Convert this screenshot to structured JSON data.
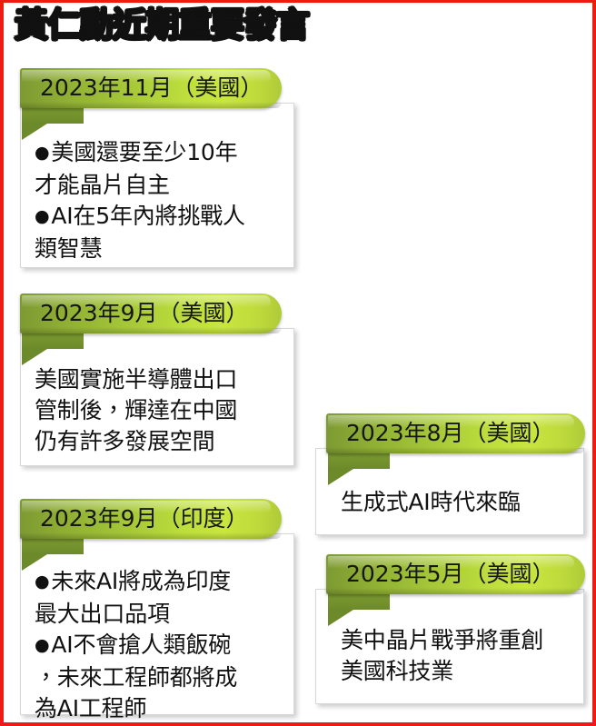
{
  "title": "黃仁勳近期重要發言",
  "accent_colors": {
    "border_red": "#ee1b12",
    "banner_green_dark": "#7d9a33",
    "banner_green_light": "#c8e63f",
    "text_black": "#111111",
    "card_white": "#ffffff"
  },
  "cards": [
    {
      "id": "card-2023-11-us",
      "banner": "2023年11月（美國）",
      "date": "2023年11月",
      "country": "美國",
      "lines": [
        {
          "text": "美國還要至少10年",
          "bullet": true
        },
        {
          "text": "才能晶片自主",
          "bullet": false
        },
        {
          "text": "AI在5年內將挑戰人",
          "bullet": true
        },
        {
          "text": "類智慧",
          "bullet": false
        }
      ]
    },
    {
      "id": "card-2023-09-us",
      "banner": "2023年9月（美國）",
      "date": "2023年9月",
      "country": "美國",
      "lines": [
        {
          "text": "美國實施半導體出口",
          "bullet": false
        },
        {
          "text": "管制後，輝達在中國",
          "bullet": false
        },
        {
          "text": "仍有許多發展空間",
          "bullet": false
        }
      ]
    },
    {
      "id": "card-2023-09-in",
      "banner": "2023年9月（印度）",
      "date": "2023年9月",
      "country": "印度",
      "lines": [
        {
          "text": "未來AI將成為印度",
          "bullet": true
        },
        {
          "text": "最大出口品項",
          "bullet": false
        },
        {
          "text": "AI不會搶人類飯碗",
          "bullet": true
        },
        {
          "text": "，未來工程師都將成",
          "bullet": false
        },
        {
          "text": "為AI工程師",
          "bullet": false
        }
      ]
    },
    {
      "id": "card-2023-08-us",
      "banner": "2023年8月（美國）",
      "date": "2023年8月",
      "country": "美國",
      "lines": [
        {
          "text": "生成式AI時代來臨",
          "bullet": false
        }
      ]
    },
    {
      "id": "card-2023-05-us",
      "banner": "2023年5月（美國）",
      "date": "2023年5月",
      "country": "美國",
      "lines": [
        {
          "text": "美中晶片戰爭將重創",
          "bullet": false
        },
        {
          "text": "美國科技業",
          "bullet": false
        }
      ]
    }
  ]
}
